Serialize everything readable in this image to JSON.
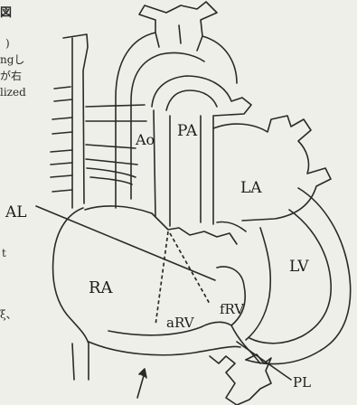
{
  "edge_text": {
    "fig_char": "図",
    "lines": [
      ")",
      "ngし",
      "が右",
      "lized"
    ],
    "t_char": "t",
    "comma_char": "ξ、"
  },
  "labels": {
    "ao": "Ao",
    "pa": "PA",
    "la": "LA",
    "al": "AL",
    "ra": "RA",
    "lv": "LV",
    "frv": "fRV",
    "arv": "aRV",
    "pl": "PL"
  },
  "colors": {
    "background": "#efefe9",
    "outline": "#2a2a2a"
  }
}
